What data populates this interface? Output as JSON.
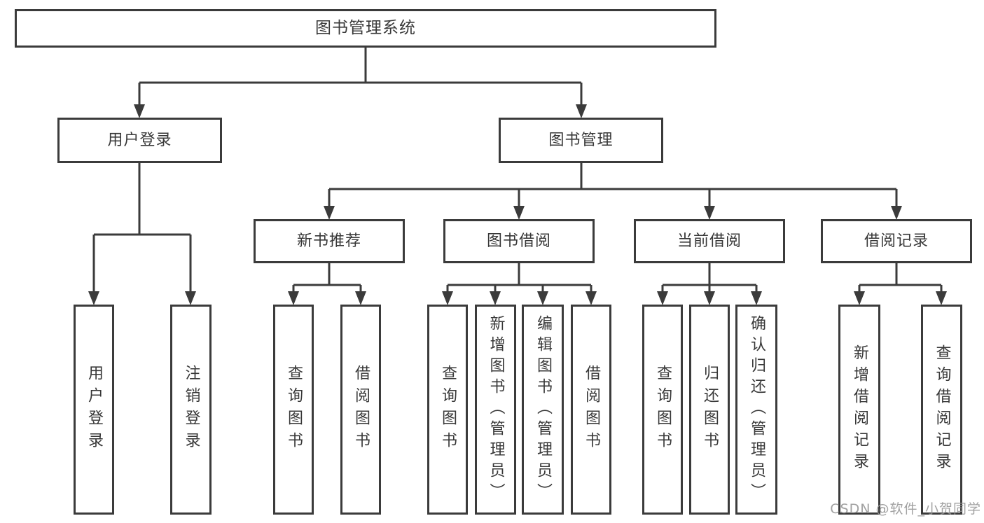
{
  "diagram": {
    "type": "hierarchy-tree",
    "colors": {
      "line": "#3b3b3b",
      "node_border": "#3b3b3b",
      "node_text": "#383838",
      "background": "#ffffff",
      "watermark_text_color": "#949494"
    },
    "root": {
      "label": "图书管理系统",
      "children": [
        {
          "label": "用户登录",
          "children": [
            {
              "label": "用户登录"
            },
            {
              "label": "注销登录"
            }
          ]
        },
        {
          "label": "图书管理",
          "children": [
            {
              "label": "新书推荐",
              "children": [
                {
                  "label": "查询图书"
                },
                {
                  "label": "借阅图书"
                }
              ]
            },
            {
              "label": "图书借阅",
              "children": [
                {
                  "label": "查询图书"
                },
                {
                  "label": "新增图书（管理员）"
                },
                {
                  "label": "编辑图书（管理员）"
                },
                {
                  "label": "借阅图书"
                }
              ]
            },
            {
              "label": "当前借阅",
              "children": [
                {
                  "label": "查询图书"
                },
                {
                  "label": "归还图书"
                },
                {
                  "label": "确认归还（管理员）"
                }
              ]
            },
            {
              "label": "借阅记录",
              "children": [
                {
                  "label": "新增借阅记录"
                },
                {
                  "label": "查询借阅记录"
                }
              ]
            }
          ]
        }
      ]
    }
  },
  "watermark": {
    "text": "CSDN @软件_小贺同学"
  }
}
